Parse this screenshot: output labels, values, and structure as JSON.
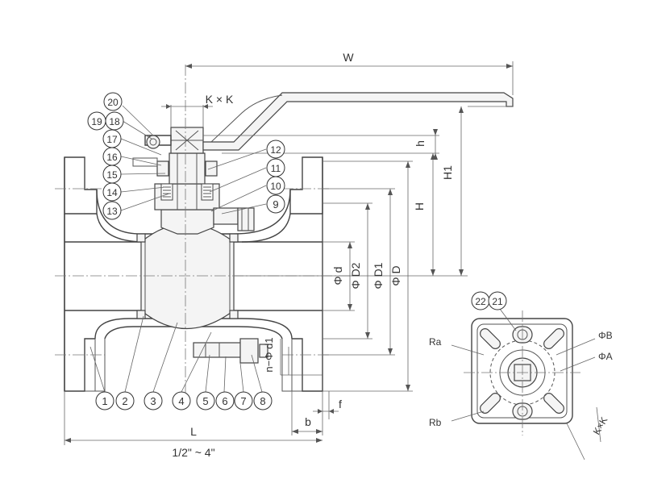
{
  "dimensions": {
    "W": "W",
    "KxK": "K × K",
    "h": "h",
    "H": "H",
    "H1": "H1",
    "d": "Φ d",
    "D2": "Φ D2",
    "D1": "Φ D1",
    "D": "Φ D",
    "nd1": "n−Φ d1",
    "f": "f",
    "b": "b",
    "L": "L",
    "size_range": "1/2\" ~ 4\""
  },
  "parts": [
    "1",
    "2",
    "3",
    "4",
    "5",
    "6",
    "7",
    "8",
    "9",
    "10",
    "11",
    "12",
    "13",
    "14",
    "15",
    "16",
    "17",
    "18",
    "19",
    "20"
  ],
  "top_view": {
    "parts": [
      "22",
      "21"
    ],
    "labels": {
      "Ra": "Ra",
      "Rb": "Rb",
      "B": "ΦB",
      "A": "ΦA",
      "KxK": "K×K"
    }
  }
}
